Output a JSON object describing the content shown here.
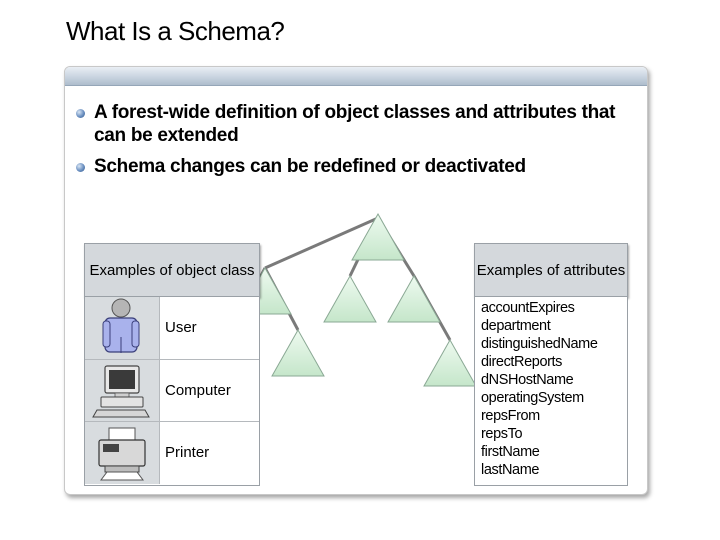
{
  "slide": {
    "title": "What Is a Schema?"
  },
  "bullets": [
    "A forest-wide definition of object classes and attributes that can be extended",
    "Schema changes can be redefined or deactivated"
  ],
  "object_classes": {
    "header": "Examples of object class",
    "items": [
      {
        "label": "User",
        "icon": "user-icon"
      },
      {
        "label": "Computer",
        "icon": "computer-icon"
      },
      {
        "label": "Printer",
        "icon": "printer-icon"
      }
    ]
  },
  "attributes": {
    "header": "Examples of attributes",
    "items": [
      "accountExpires",
      "department",
      "distinguishedName",
      "directReports",
      "dNSHostName",
      "operatingSystem",
      "repsFrom",
      "repsTo",
      "firstName",
      "lastName"
    ]
  },
  "colors": {
    "triangle_fill": "#d9f2dc",
    "triangle_stroke": "#8aa894",
    "tree_line": "#7a7a7a",
    "header_fill": "#d4d8dc"
  }
}
